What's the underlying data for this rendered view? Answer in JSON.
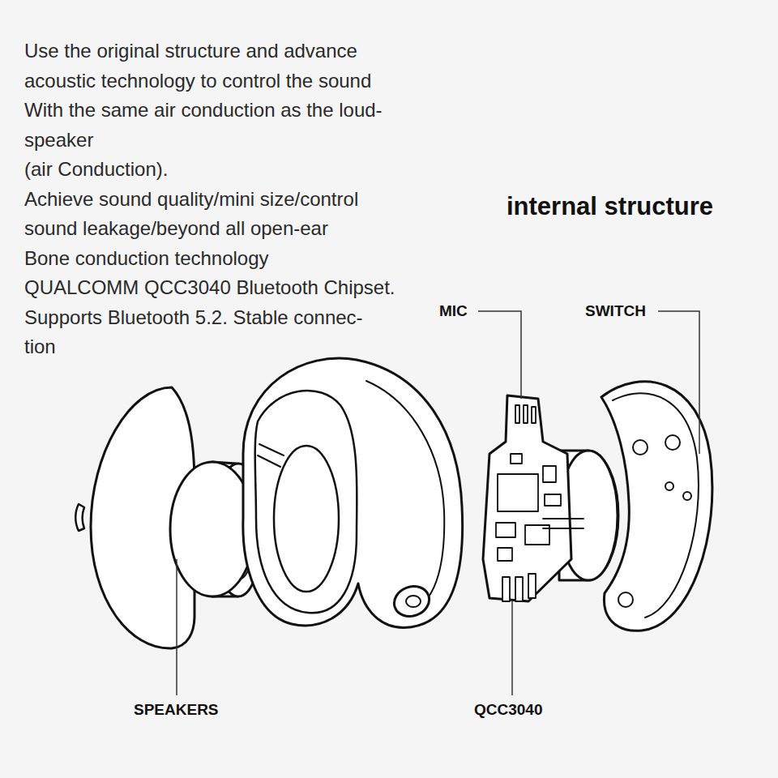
{
  "diagram": {
    "title": "internal structure",
    "labels": [
      "Use the original structure and advance",
      "acoustic technology to control the sound",
      "With the same air conduction as the loud-",
      "speaker",
      "(air Conduction).",
      "Achieve sound quality/mini size/control",
      "sound leakage/beyond all open-ear",
      "Bone conduction technology",
      "QUALCOMM QCC3040 Bluetooth Chipset.",
      "Supports Bluetooth 5.2. Stable connec-",
      "tion",
      "MIC",
      "SWITCH",
      "SPEAKERS",
      "QCC3040"
    ]
  }
}
